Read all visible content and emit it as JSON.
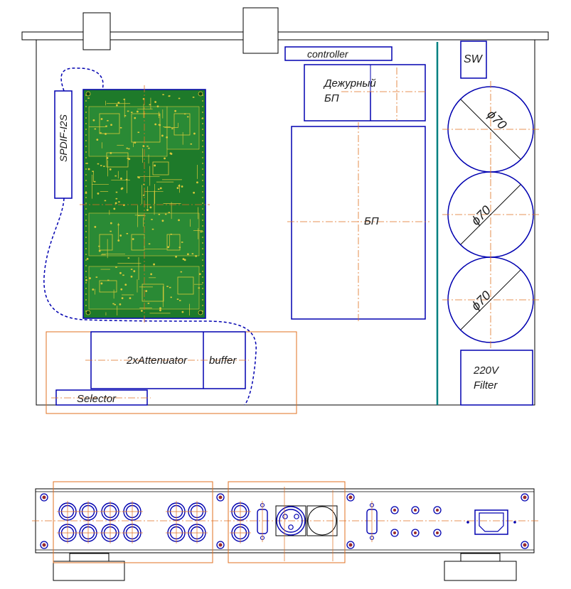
{
  "top_view": {
    "labels": {
      "controller": "controller",
      "sw": "SW",
      "standby_psu_line1": "Дежурный",
      "standby_psu_line2": "БП",
      "main_psu": "БП",
      "spdif": "SPDIF-I2S",
      "attenuator": "2xAttenuator",
      "buffer": "buffer",
      "selector": "Selector",
      "filter_line1": "220V",
      "filter_line2": "Filter"
    },
    "capacitors": [
      {
        "label": "ϕ70"
      },
      {
        "label": "ϕ70"
      },
      {
        "label": "ϕ70"
      }
    ]
  },
  "colors": {
    "outline": "#000000",
    "component": "#0000b0",
    "centerline": "#e07020",
    "divider": "#008080",
    "pcb": "#1e7a2a",
    "pcb_trace": "#d8c83a"
  }
}
